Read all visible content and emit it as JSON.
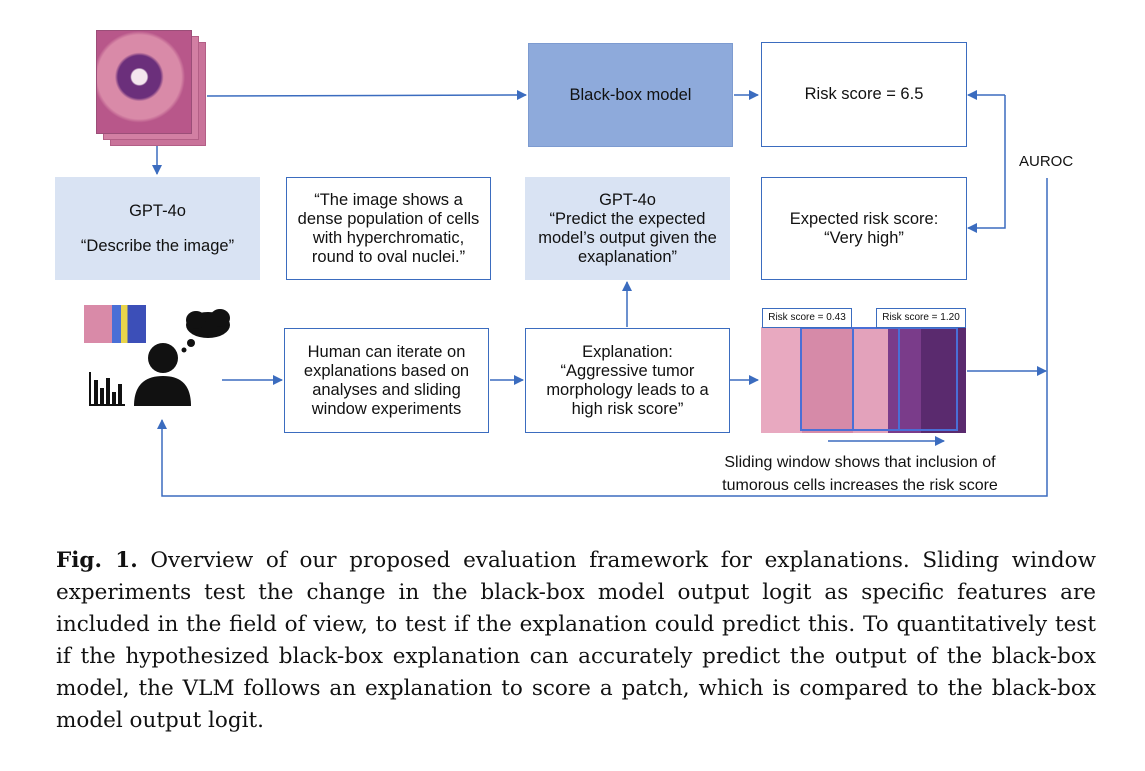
{
  "figure": {
    "blackbox_label": "Black-box model",
    "risk_score_label": "Risk score = 6.5",
    "gpt_describe": {
      "title": "GPT-4o",
      "prompt": "“Describe the image”"
    },
    "description_text": "“The image shows a dense population of cells with hyperchromatic, round to oval nuclei.”",
    "gpt_predict": {
      "title": "GPT-4o",
      "prompt": "“Predict the expected model’s output given the exaplanation”"
    },
    "expected_risk": {
      "line1": "Expected risk score:",
      "line2": "“Very high”"
    },
    "auroc_label": "AUROC",
    "human_iterate_text": "Human can iterate on explanations based on analyses and sliding window experiments",
    "explanation": {
      "title": "Explanation:",
      "text": "“Aggressive tumor morphology leads to a high risk score”"
    },
    "sliding_window": {
      "score_left": "Risk score = 0.43",
      "score_right": "Risk score = 1.20",
      "caption_line1": "Sliding window shows that inclusion of",
      "caption_line2": "tumorous cells increases the risk score"
    }
  },
  "caption": {
    "label": "Fig. 1.",
    "text": "Overview of our proposed evaluation framework for explanations. Sliding window experiments test the change in the black-box model output logit as specific features are included in the field of view, to test if the explanation could predict this. To quantitatively test if the hypothesized black-box explanation can accurately predict the output of the black-box model, the VLM follows an explanation to score a patch, which is compared to the black-box model output logit."
  },
  "colors": {
    "accent": "#3b6cbf",
    "light_box": "#d9e3f3",
    "dark_box": "#8eaadb",
    "tissue_pink": "#d98aa8",
    "tissue_purple": "#5a2a6e"
  }
}
